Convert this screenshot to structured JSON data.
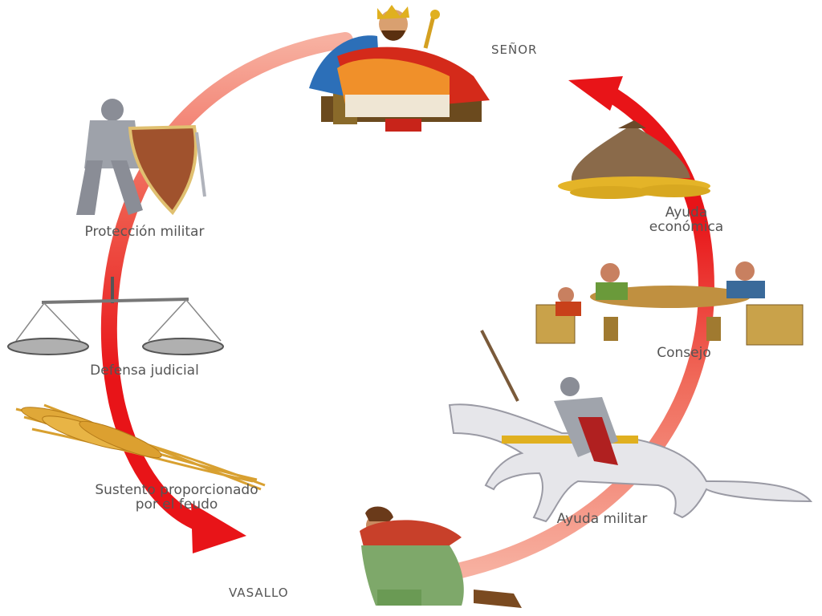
{
  "diagram": {
    "roles": {
      "lord": "SEÑOR",
      "vassal": "VASALLO"
    },
    "lord_to_vassal": [
      {
        "id": "proteccion",
        "lines": [
          "Protección militar"
        ],
        "icon": "knight-shield-icon"
      },
      {
        "id": "defensa",
        "lines": [
          "Defensa judicial"
        ],
        "icon": "scales-icon"
      },
      {
        "id": "sustento",
        "lines": [
          "Sustento proporcionado",
          "por el feudo"
        ],
        "icon": "wheat-icon"
      }
    ],
    "vassal_to_lord": [
      {
        "id": "militar",
        "lines": [
          "Ayuda militar"
        ],
        "icon": "horseman-icon"
      },
      {
        "id": "consejo",
        "lines": [
          "Consejo"
        ],
        "icon": "council-table-icon"
      },
      {
        "id": "economica",
        "lines": [
          "Ayuda",
          "económica"
        ],
        "icon": "money-bag-icon"
      }
    ],
    "colors": {
      "arrow_dark": "#e8141a",
      "arrow_light": "#f59a8a",
      "text": "#555555"
    }
  }
}
